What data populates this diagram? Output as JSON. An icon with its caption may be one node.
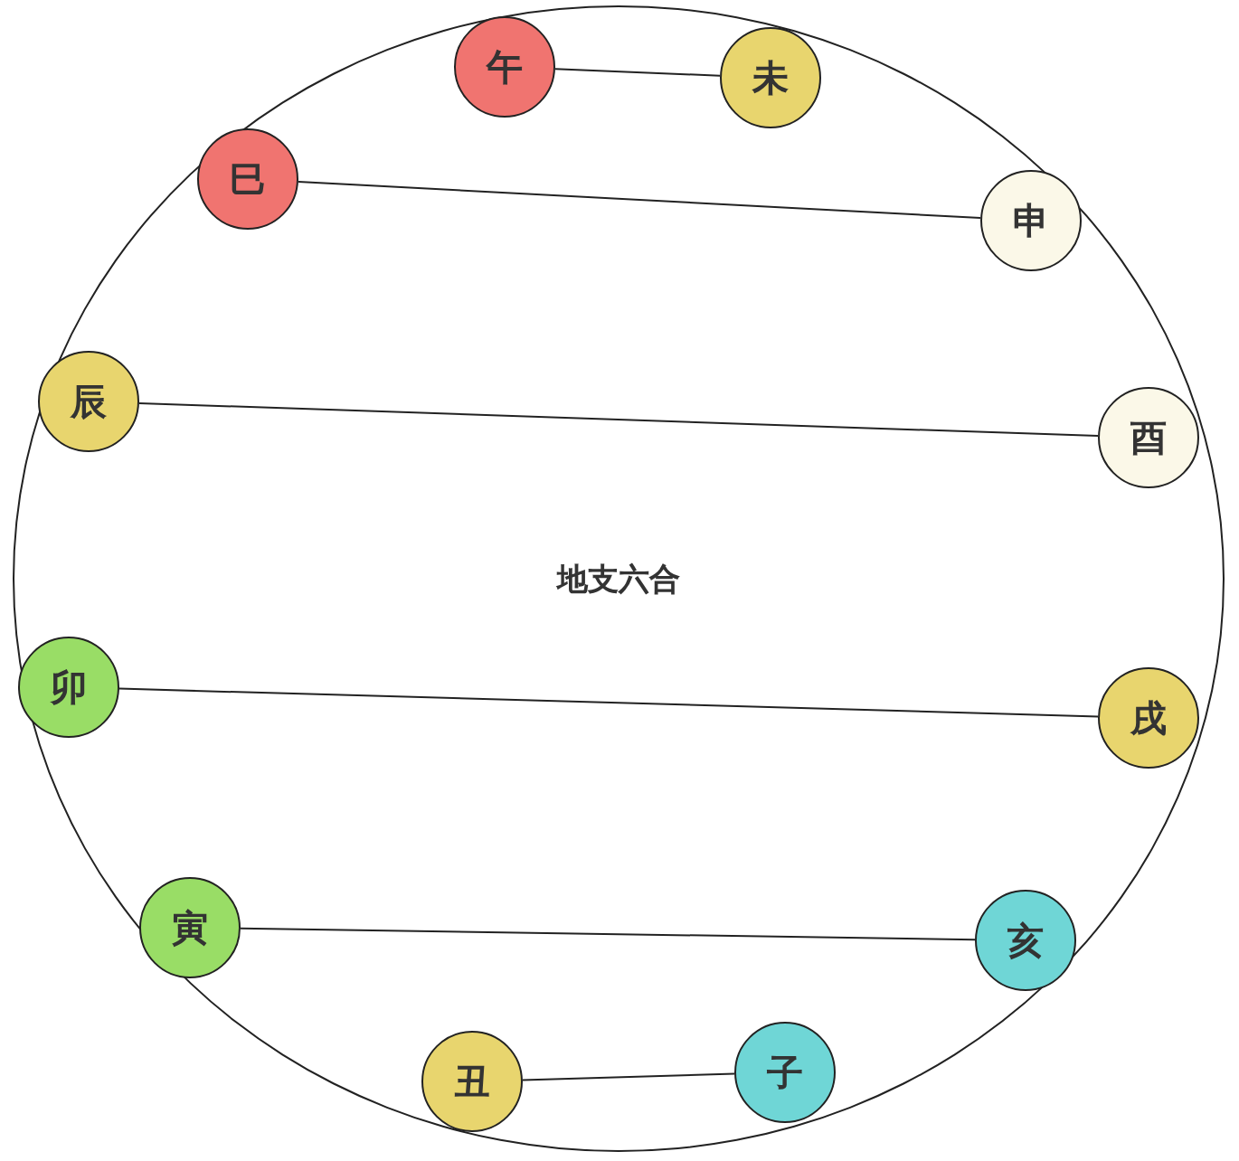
{
  "diagram": {
    "nodes": [
      {
        "text": [
          "地支六合"
        ]
      },
      {
        "text": [
          "午"
        ],
        "in": 0
      },
      {
        "text": [
          "未"
        ],
        "in": 0
      },
      {
        "text": [
          "巳"
        ],
        "in": 0
      },
      {
        "text": [
          "申"
        ],
        "in": 0
      },
      {
        "text": [
          "辰"
        ],
        "in": 0
      },
      {
        "text": [
          "酉"
        ],
        "in": 0
      },
      {
        "text": [
          "卯"
        ],
        "in": 0
      },
      {
        "text": [
          "戌"
        ],
        "in": 0
      },
      {
        "text": [
          "寅"
        ],
        "in": 0
      },
      {
        "text": [
          "亥"
        ],
        "in": 0
      },
      {
        "text": [
          "丑"
        ],
        "in": 0
      },
      {
        "text": [
          "子"
        ],
        "in": 0
      }
    ],
    "edges": [
      {
        "from": 1,
        "to": 2,
        "arrow": "none"
      },
      {
        "from": 3,
        "to": 4,
        "arrow": "none"
      },
      {
        "from": 5,
        "to": 6,
        "arrow": "none"
      },
      {
        "from": 7,
        "to": 8,
        "arrow": "none"
      },
      {
        "from": 9,
        "to": 10,
        "arrow": "none"
      },
      {
        "from": 11,
        "to": 12,
        "arrow": "none"
      }
    ]
  }
}
